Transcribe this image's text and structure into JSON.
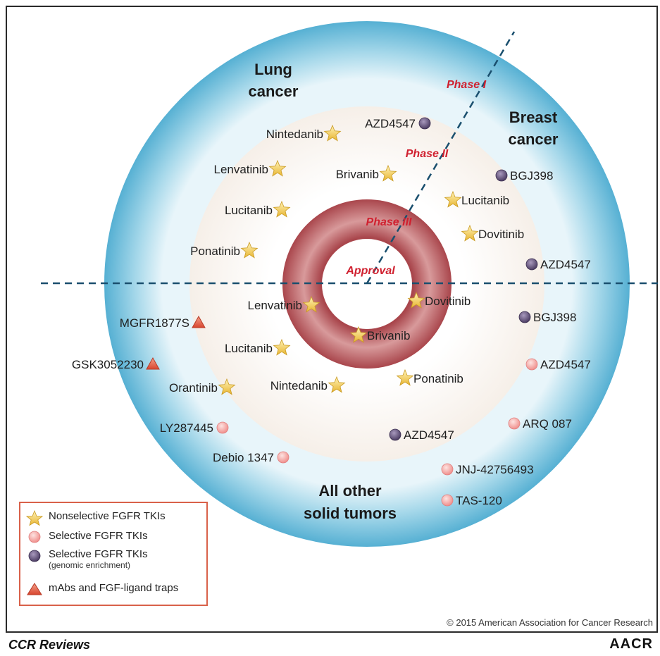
{
  "regions": {
    "lung": [
      "Lung",
      "cancer"
    ],
    "breast": [
      "Breast",
      "cancer"
    ],
    "other": [
      "All other",
      "solid tumors"
    ]
  },
  "phases": {
    "phase1": "Phase I",
    "phase2": "Phase II",
    "phase3": "Phase III",
    "approval": "Approval"
  },
  "drugs": [
    {
      "id": "nintedanib-lung",
      "label": "Nintedanib",
      "type": "star",
      "side": "left"
    },
    {
      "id": "lenvatinib-lung",
      "label": "Lenvatinib",
      "type": "star",
      "side": "left"
    },
    {
      "id": "lucitanib-lung",
      "label": "Lucitanib",
      "type": "star",
      "side": "left"
    },
    {
      "id": "ponatinib-lung",
      "label": "Ponatinib",
      "type": "star",
      "side": "left"
    },
    {
      "id": "brivanib-lung",
      "label": "Brivanib",
      "type": "star",
      "side": "left"
    },
    {
      "id": "azd4547-lung",
      "label": "AZD4547",
      "type": "purple",
      "side": "left"
    },
    {
      "id": "bgj398-breast",
      "label": "BGJ398",
      "type": "purple",
      "side": "right"
    },
    {
      "id": "lucitanib-breast",
      "label": "Lucitanib",
      "type": "star",
      "side": "right"
    },
    {
      "id": "dovitinib-breast",
      "label": "Dovitinib",
      "type": "star",
      "side": "right"
    },
    {
      "id": "azd4547-breast",
      "label": "AZD4547",
      "type": "purple",
      "side": "right"
    },
    {
      "id": "lenvatinib-other",
      "label": "Lenvatinib",
      "type": "star",
      "side": "left"
    },
    {
      "id": "dovitinib-other",
      "label": "Dovitinib",
      "type": "star",
      "side": "right"
    },
    {
      "id": "brivanib-other",
      "label": "Brivanib",
      "type": "star",
      "side": "right"
    },
    {
      "id": "mgfr1877s",
      "label": "MGFR1877S",
      "type": "triangle",
      "side": "left"
    },
    {
      "id": "bgj398-other",
      "label": "BGJ398",
      "type": "purple",
      "side": "right"
    },
    {
      "id": "lucitanib-other",
      "label": "Lucitanib",
      "type": "star",
      "side": "left"
    },
    {
      "id": "gsk3052230",
      "label": "GSK3052230",
      "type": "triangle",
      "side": "left"
    },
    {
      "id": "azd4547-other-pink",
      "label": "AZD4547",
      "type": "pink",
      "side": "right"
    },
    {
      "id": "orantinib",
      "label": "Orantinib",
      "type": "star",
      "side": "left"
    },
    {
      "id": "nintedanib-other",
      "label": "Nintedanib",
      "type": "star",
      "side": "left"
    },
    {
      "id": "ponatinib-other",
      "label": "Ponatinib",
      "type": "star",
      "side": "right"
    },
    {
      "id": "ly287445",
      "label": "LY287445",
      "type": "pink",
      "side": "left"
    },
    {
      "id": "azd4547-other-purple",
      "label": "AZD4547",
      "type": "purple",
      "side": "right"
    },
    {
      "id": "arq087",
      "label": "ARQ 087",
      "type": "pink",
      "side": "right"
    },
    {
      "id": "debio1347",
      "label": "Debio 1347",
      "type": "pink",
      "side": "left"
    },
    {
      "id": "jnj42756493",
      "label": "JNJ-42756493",
      "type": "pink",
      "side": "right"
    },
    {
      "id": "tas120",
      "label": "TAS-120",
      "type": "pink",
      "side": "right"
    }
  ],
  "legend": {
    "star": "Nonselective FGFR TKIs",
    "pink": "Selective FGFR TKIs",
    "purple": "Selective FGFR TKIs",
    "purple_sub": "(genomic enrichment)",
    "triangle": "mAbs and FGF-ligand traps"
  },
  "copyright": "© 2015 American Association for Cancer Research",
  "footer": {
    "left": "CCR Reviews",
    "right": "AACR"
  },
  "colors": {
    "outer_ring": "#5fb6d6",
    "middle_ring_light": "#fbf6f1",
    "inner_ring": "#b55a5f",
    "phase_text": "#d0202f",
    "divider": "#1a4f6e",
    "star_fill": "#f2c94c",
    "pink_fill": "#f7b3b0",
    "purple_fill": "#6d5a86",
    "triangle_fill": "#de5b3e"
  }
}
